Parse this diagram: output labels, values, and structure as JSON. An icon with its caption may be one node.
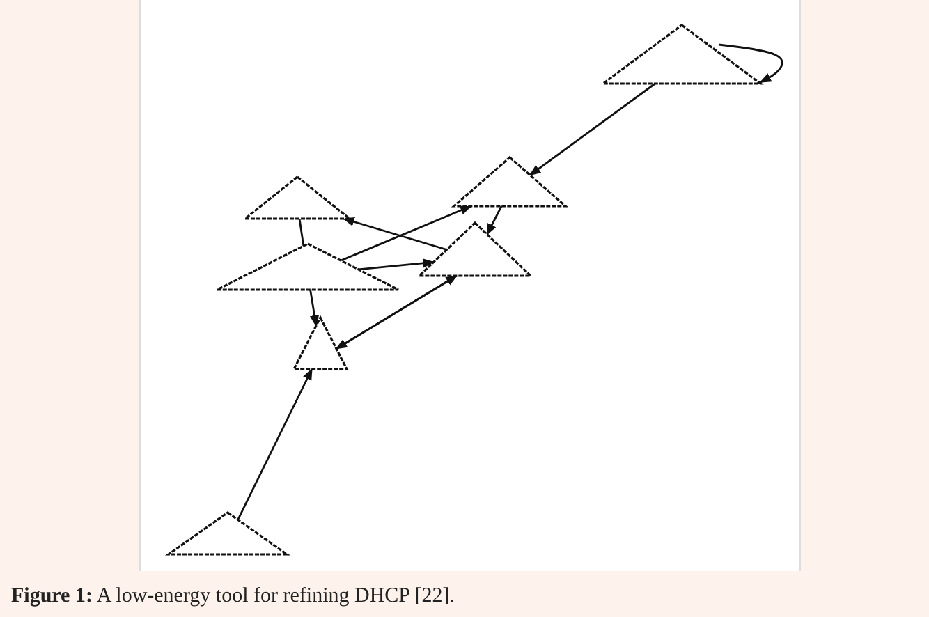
{
  "diagram": {
    "caption": "**Figure 1:** A low-energy tool for refining DHCP [22].",
    "nodes": [
      {
        "text": [],
        "shape": "triangle"
      },
      {
        "text": [],
        "shape": "triangle"
      },
      {
        "text": [],
        "shape": "triangle"
      },
      {
        "text": [],
        "shape": "triangle"
      },
      {
        "text": [],
        "shape": "triangle"
      },
      {
        "text": [],
        "shape": "triangle"
      },
      {
        "text": [],
        "shape": "triangle"
      }
    ],
    "edges": [
      {
        "from": 0,
        "to": 0,
        "arrow": "to"
      },
      {
        "from": 0,
        "to": 1,
        "arrow": "to"
      },
      {
        "from": 2,
        "to": 3,
        "arrow": "none"
      },
      {
        "from": 4,
        "to": 2,
        "arrow": "to"
      },
      {
        "from": 3,
        "to": 1,
        "arrow": "to"
      },
      {
        "from": 1,
        "to": 4,
        "arrow": "to"
      },
      {
        "from": 3,
        "to": 4,
        "arrow": "to"
      },
      {
        "from": 3,
        "to": 5,
        "arrow": "to"
      },
      {
        "from": 4,
        "to": 5,
        "arrow": "to"
      },
      {
        "from": 5,
        "to": 4,
        "arrow": "to"
      },
      {
        "from": 6,
        "to": 5,
        "arrow": "to"
      }
    ]
  }
}
